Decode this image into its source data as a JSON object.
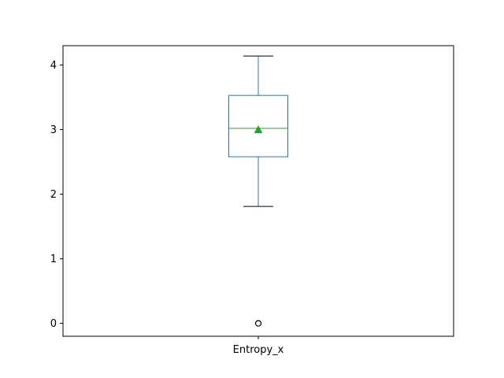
{
  "chart_data": {
    "type": "box",
    "title": "",
    "xlabel": "",
    "ylabel": "",
    "ylim": [
      -0.2,
      4.3
    ],
    "y_ticks": [
      0,
      1,
      2,
      3,
      4
    ],
    "grid": false,
    "series": [
      {
        "name": "Entropy_x",
        "whisker_low": 1.81,
        "q1": 2.58,
        "median": 3.02,
        "q3": 3.53,
        "whisker_high": 4.14,
        "mean": 3.0,
        "outliers": [
          0.0,
          0.0,
          0.0
        ]
      }
    ],
    "colors": {
      "box": "#1f77b4",
      "median": "#2ca02c",
      "mean_marker": "#2ca02c",
      "caps": "#000000",
      "outliers": "#000000"
    }
  }
}
